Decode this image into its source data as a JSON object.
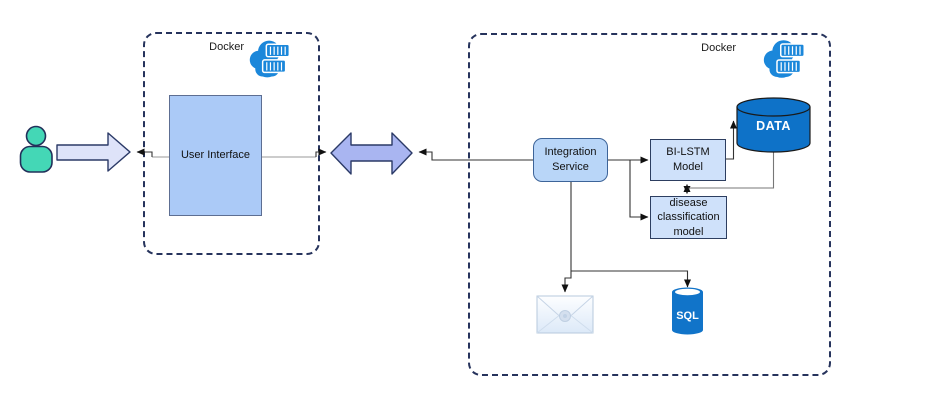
{
  "containers": [
    {
      "id": "docker-left",
      "label": "Docker"
    },
    {
      "id": "docker-right",
      "label": "Docker"
    }
  ],
  "nodes": {
    "user_interface": {
      "label": "User Interface"
    },
    "integration_service": {
      "label": "Integration Service"
    },
    "bi_lstm_model": {
      "label": "BI-LSTM Model"
    },
    "disease_model": {
      "label": "disease classification model"
    },
    "data_store": {
      "label": "DATA"
    },
    "sql_store": {
      "label": "SQL"
    }
  },
  "icons": {
    "user": "user-icon",
    "docker": "docker-cloud-icon",
    "email": "email-envelope-icon",
    "sql": "sql-database-icon",
    "data": "data-cylinder-icon"
  },
  "colors": {
    "user_teal": "#44d7b6",
    "docker_blue": "#1b87da",
    "cylinder_blue": "#0e72c8",
    "sql_blue": "#1174c9",
    "ui_fill": "#abcaf7",
    "node_fill": "#b9d6f8",
    "node_fill_light": "#cfe1fa",
    "arrow_light": "#dee3f9",
    "arrow_periwinkle": "#a9b5f1",
    "dashed_border": "#26335c"
  },
  "edges": [
    {
      "from": "user",
      "to": "user_interface",
      "style": "block-arrow"
    },
    {
      "from": "user_interface",
      "to": "integration_service",
      "style": "double-block-arrow"
    },
    {
      "from": "integration_service",
      "to": "bi_lstm_model",
      "style": "arrow"
    },
    {
      "from": "integration_service",
      "to": "disease_model",
      "style": "arrow"
    },
    {
      "from": "bi_lstm_model",
      "to": "data_store",
      "style": "arrow"
    },
    {
      "from": "data_store",
      "to": "disease_model",
      "style": "line"
    },
    {
      "from": "bi_lstm_model",
      "to": "disease_model",
      "style": "bidirectional-arrow"
    },
    {
      "from": "integration_service",
      "to": "email",
      "style": "arrow"
    },
    {
      "from": "integration_service",
      "to": "sql_store",
      "style": "arrow"
    }
  ]
}
